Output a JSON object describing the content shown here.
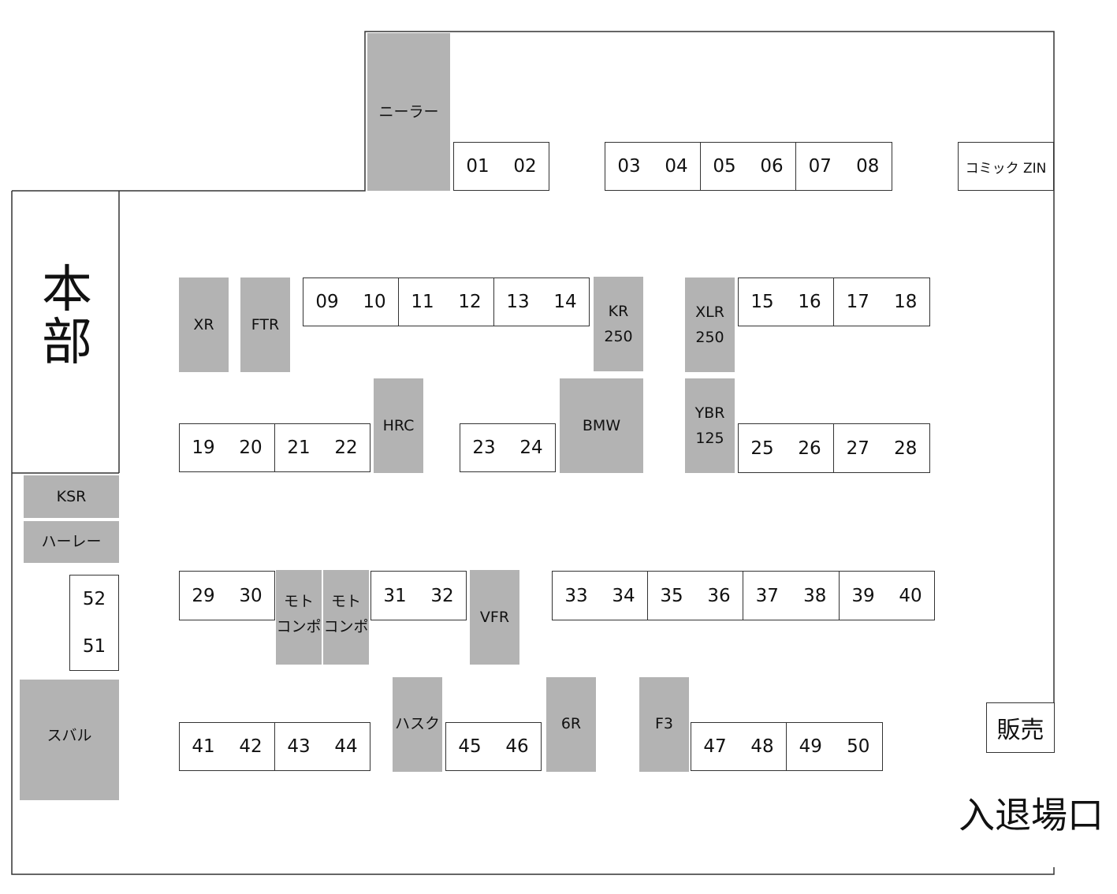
{
  "venue": {
    "headquarters": "本部",
    "entrance": "入退場口",
    "shop": "販売",
    "comic": "コミック ZIN"
  },
  "booths": [
    [
      "01",
      "02"
    ],
    [
      "03",
      "04"
    ],
    [
      "05",
      "06"
    ],
    [
      "07",
      "08"
    ],
    [
      "09",
      "10"
    ],
    [
      "11",
      "12"
    ],
    [
      "13",
      "14"
    ],
    [
      "15",
      "16"
    ],
    [
      "17",
      "18"
    ],
    [
      "19",
      "20"
    ],
    [
      "21",
      "22"
    ],
    [
      "23",
      "24"
    ],
    [
      "25",
      "26"
    ],
    [
      "27",
      "28"
    ],
    [
      "29",
      "30"
    ],
    [
      "31",
      "32"
    ],
    [
      "33",
      "34"
    ],
    [
      "35",
      "36"
    ],
    [
      "37",
      "38"
    ],
    [
      "39",
      "40"
    ],
    [
      "41",
      "42"
    ],
    [
      "43",
      "44"
    ],
    [
      "45",
      "46"
    ],
    [
      "47",
      "48"
    ],
    [
      "49",
      "50"
    ],
    [
      "52",
      "51"
    ]
  ],
  "zones": {
    "dealer": "ニーラー",
    "xr": "XR",
    "ftr": "FTR",
    "kr250": "KR\n250",
    "xlr250": "XLR\n250",
    "hrc": "HRC",
    "bmw": "BMW",
    "ybr125": "YBR\n125",
    "ksr": "KSR",
    "harley": "ハーレー",
    "moto1": "モト\nコンポ",
    "moto2": "モト\nコンポ",
    "vfr": "VFR",
    "husq": "ハスク",
    "r6": "6R",
    "f3": "F3",
    "subaru": "スバル"
  },
  "colors": {
    "zone_fill": "#b3b3b3",
    "line": "#333333",
    "background": "#ffffff"
  }
}
